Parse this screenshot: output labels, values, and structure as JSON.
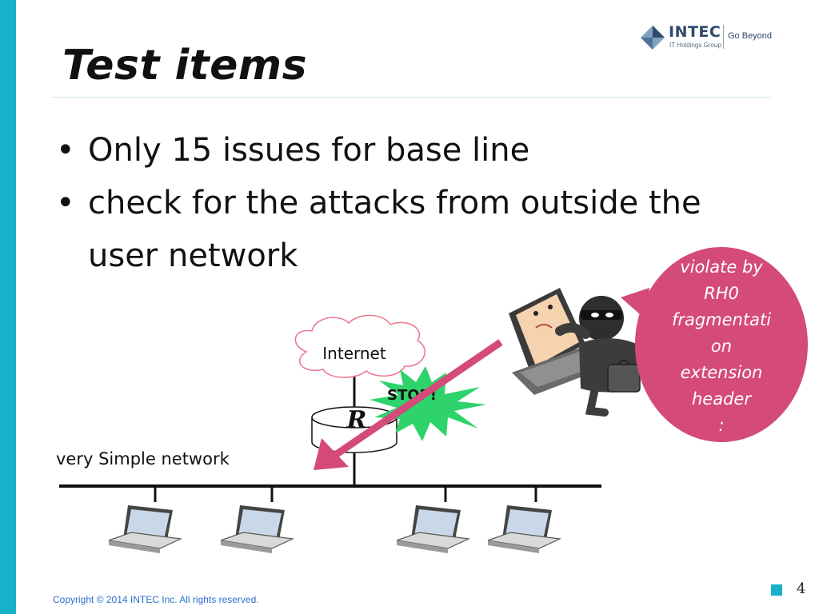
{
  "slide": {
    "title": "Test items",
    "bullets": [
      "Only 15 issues for base line",
      "check for the attacks from outside the user network"
    ],
    "page_number": "4"
  },
  "logo": {
    "name": "INTEC",
    "subtitle": "IT Holdings Group",
    "tagline": "Go Beyond"
  },
  "diagram": {
    "cloud_label": "Internet",
    "stop_label": "STOP!",
    "router_label": "R",
    "network_label": "very Simple network",
    "bubble_lines": [
      "violate by",
      "RH0",
      "fragmentati",
      "on",
      "extension",
      "header",
      ":"
    ]
  },
  "footer": {
    "copyright": "Copyright © 2014 INTEC Inc. All rights reserved."
  },
  "colors": {
    "accent": "#17b1c9",
    "attack_pink": "#d44a7a",
    "stop_green": "#2ed36b"
  }
}
